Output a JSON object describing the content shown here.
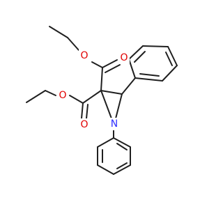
{
  "molecule": {
    "atoms": {
      "o_ether_top": {
        "symbol": "O",
        "color": "#e10000"
      },
      "o_carbonyl_top": {
        "symbol": "O",
        "color": "#e10000"
      },
      "o_ether_bottom": {
        "symbol": "O",
        "color": "#e10000"
      },
      "o_carbonyl_bottom": {
        "symbol": "O",
        "color": "#e10000"
      },
      "n_aziridine": {
        "symbol": "N",
        "color": "#2f2fff"
      }
    },
    "bond_color": "#1f1f1f"
  }
}
